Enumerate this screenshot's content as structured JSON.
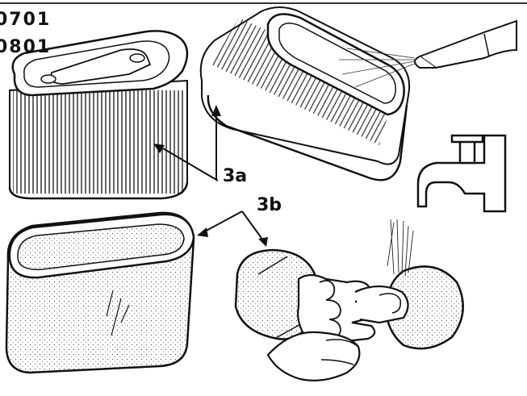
{
  "part_numbers": [
    "0701",
    "0801"
  ],
  "callouts": {
    "pleated_element": "3a",
    "foam_precleaner": "3b"
  },
  "icons": [
    "pleated-filter-icon",
    "compressed-air-nozzle-icon",
    "water-tap-icon",
    "foam-sleeve-icon",
    "hands-washing-icon"
  ]
}
